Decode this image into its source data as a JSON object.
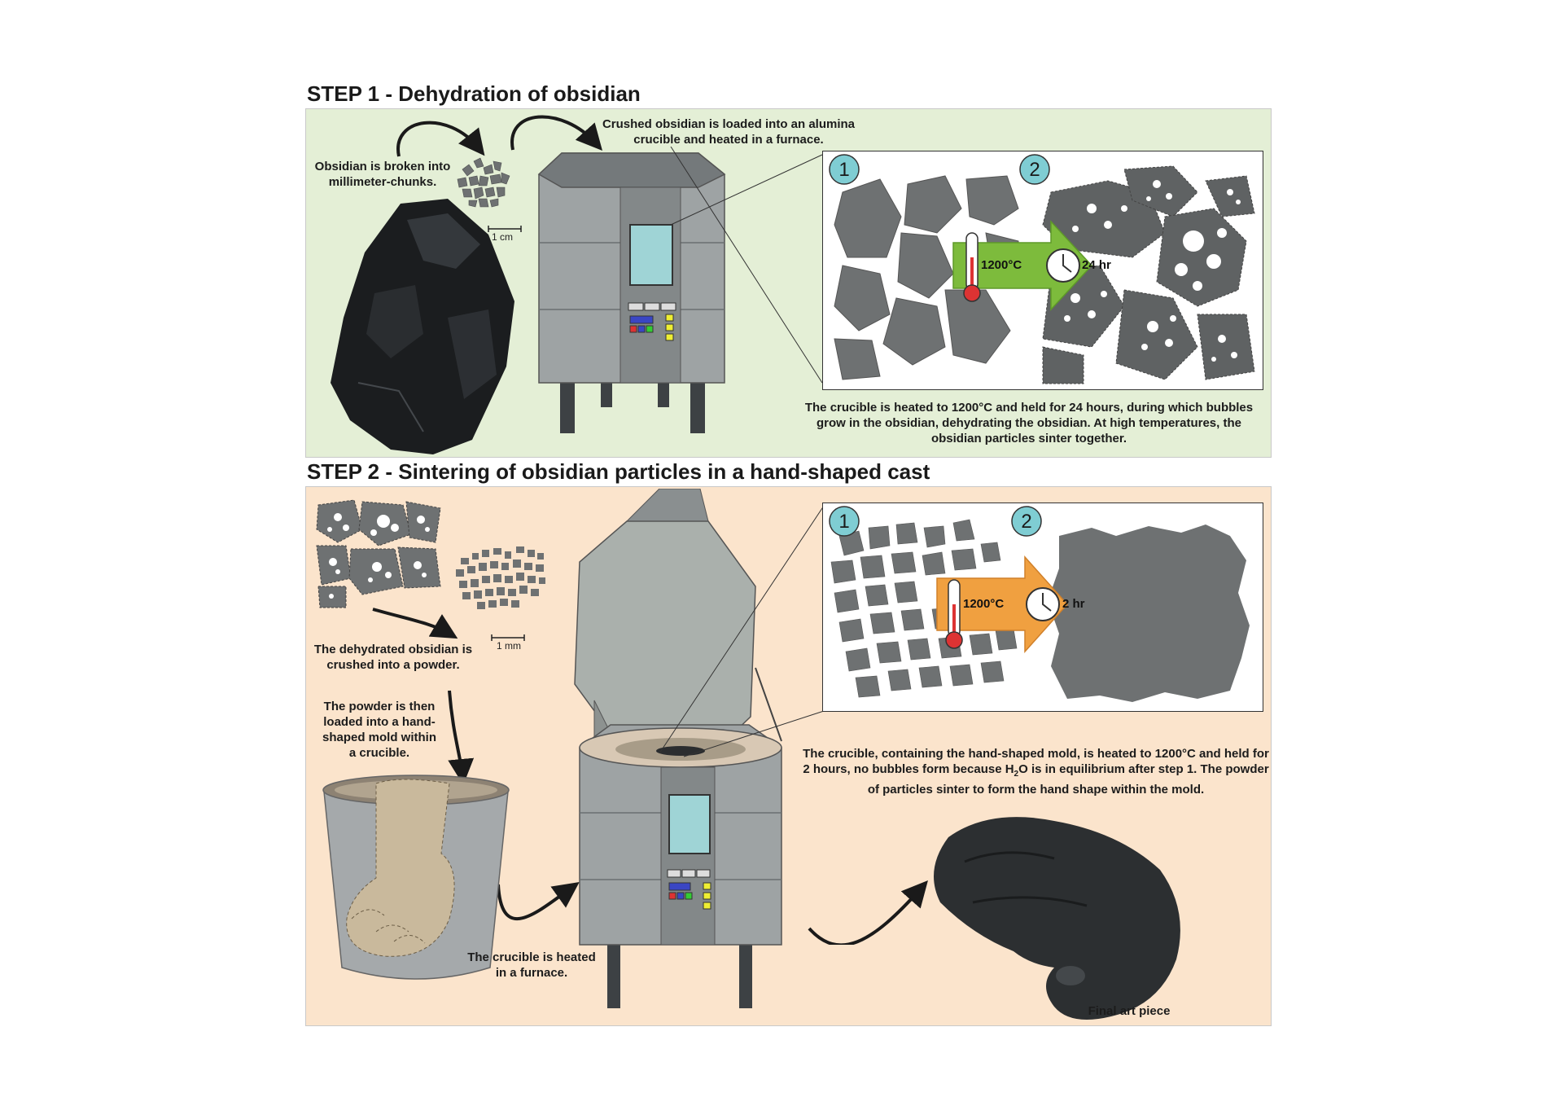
{
  "step1": {
    "heading": "STEP 1 - Dehydration of obsidian",
    "caption_broken": "Obsidian is broken into millimeter-chunks.",
    "scale": "1 cm",
    "caption_loaded": "Crushed obsidian is loaded into an alumina crucible and heated in a furnace.",
    "badge1": "1",
    "badge2": "2",
    "temperature": "1200°C",
    "duration": "24 hr",
    "caption_heated": "The crucible is heated to 1200°C and held for 24 hours, during which bubbles grow in the obsidian, dehydrating the obsidian.  At high temperatures, the obsidian particles sinter together."
  },
  "step2": {
    "heading": "STEP 2 - Sintering of obsidian particles in a hand-shaped cast",
    "caption_crushed": "The dehydrated obsidian is crushed into a powder.",
    "scale": "1 mm",
    "caption_powder": "The powder is then loaded into a hand-shaped mold within a crucible.",
    "badge1": "1",
    "badge2": "2",
    "temperature": "1200°C",
    "duration": "2 hr",
    "caption_mold_pre": "The crucible, containing the hand-shaped mold, is heated to 1200°C and held for 2 hours, no bubbles form because H",
    "caption_mold_sub": "2",
    "caption_mold_post": "O is in equilibrium after step 1. The powder of particles sinter to form the hand shape within the mold.",
    "caption_furnace": "The crucible is heated in a furnace.",
    "caption_final": "Final art piece"
  },
  "colors": {
    "panel1": "#e4efd6",
    "panel2": "#fbe4cc",
    "badge": "#7fcdd3",
    "arrow_green": "#7dbb3c",
    "arrow_orange": "#f0a040",
    "particle": "#6e7172",
    "obsidian": "#1b1d1f"
  },
  "icons": [
    "thermometer-icon",
    "clock-icon"
  ]
}
